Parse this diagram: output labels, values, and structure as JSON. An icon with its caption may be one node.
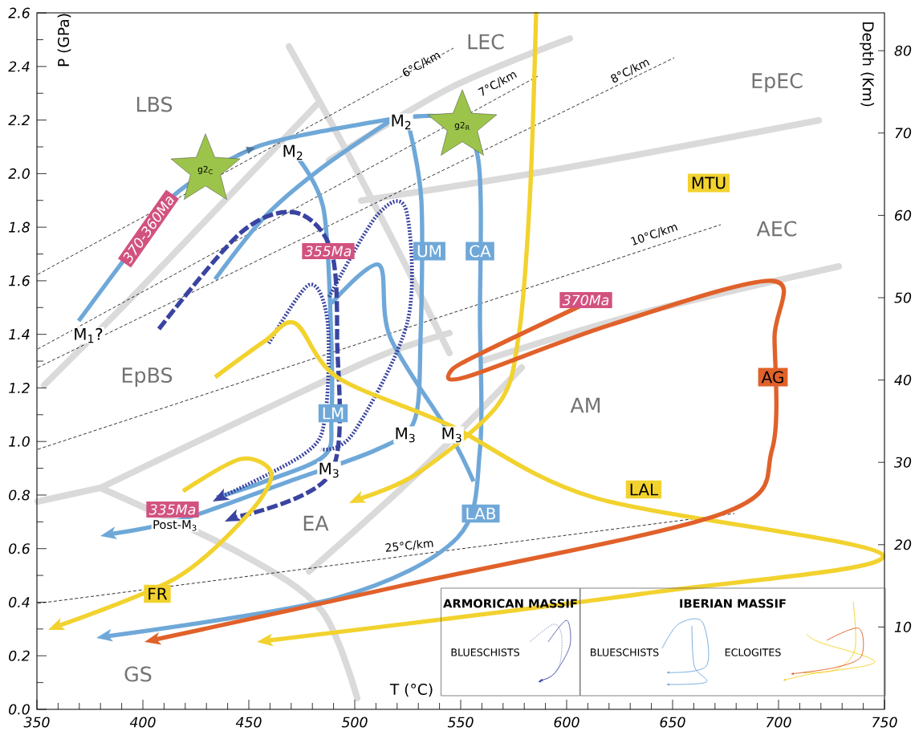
{
  "diagram": {
    "nodes": [
      {
        "text": [
          "370-360Ma"
        ]
      },
      {
        "text": [
          "g2$_{C}$"
        ]
      },
      {
        "text": [
          "355Ma"
        ]
      },
      {
        "text": [
          "g2$_{R}$"
        ]
      },
      {
        "text": [
          "UM"
        ]
      },
      {
        "text": [
          "CA"
        ]
      },
      {
        "text": [
          "MTU"
        ]
      },
      {
        "text": [
          "370Ma"
        ]
      },
      {
        "text": [
          "AG"
        ]
      },
      {
        "text": [
          "LM"
        ]
      },
      {
        "text": [
          "LAL"
        ]
      },
      {
        "text": [
          "LAB"
        ]
      },
      {
        "text": [
          "335Ma"
        ]
      },
      {
        "text": [
          "FR"
        ]
      },
      {
        "text": [
          "ARMORICAN MASSIF",
          "BLUESCHISTS"
        ]
      },
      {
        "text": [
          "IBERIAN MASSIF",
          "BLUESCHISTS",
          "ECLOGITES"
        ]
      }
    ],
    "labels": [
      "2.6",
      "2.4",
      "2.2",
      "2.0",
      "1.8",
      "1.6",
      "1.4",
      "1.2",
      "1.0",
      "0.8",
      "0.6",
      "0.4",
      "0.2",
      "0.0",
      "350",
      "400",
      "450",
      "500",
      "550",
      "600",
      "650",
      "700",
      "750",
      "80",
      "70",
      "60",
      "50",
      "40",
      "30",
      "20",
      "10",
      "P (GPa)",
      "Depth (Km)",
      "T (°C)",
      "LBS",
      "LEC",
      "EpEC",
      "AEC",
      "EpBS",
      "AM",
      "EA",
      "GS",
      "6°C/km",
      "7°C/km",
      "8°C/km",
      "10°C/km",
      "25°C/km",
      "M$_{1}$?",
      "M$_{2}$",
      "M$_{2}$",
      "M$_{3}$",
      "M$_{3}$",
      "M$_{3}$",
      "Post-M$_{3}$"
    ]
  }
}
